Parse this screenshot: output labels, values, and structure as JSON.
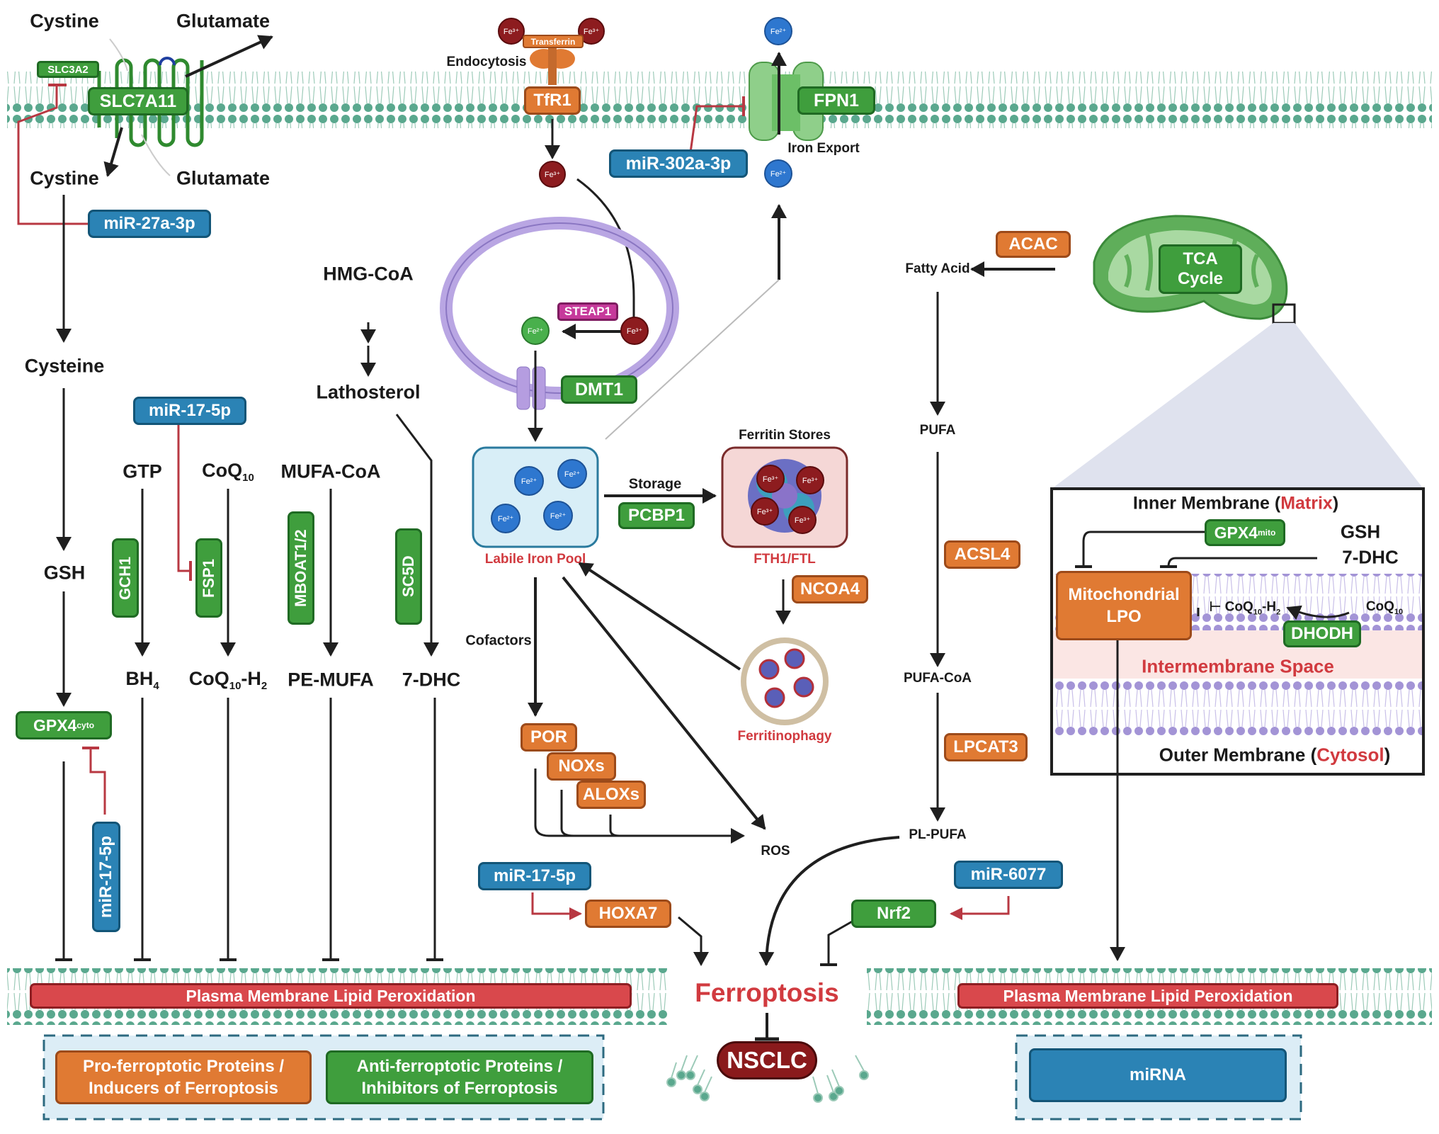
{
  "title": "Ferroptosis regulatory pathways and miRNAs in NSCLC",
  "colors": {
    "pro_ferroptotic": "#e07a33",
    "anti_ferroptotic": "#3f9e3d",
    "mirna": "#2b83b5",
    "steap": "#c63a9b",
    "lipid_peroxidation": "#d9484c",
    "membrane": "#5aa88e",
    "mito_membrane": "#a394d6",
    "inhibition_line": "#b83842",
    "ferroptosis_text": "#d13a3f"
  },
  "xc_system": {
    "cystine_out": "Cystine",
    "glutamate_out": "Glutamate",
    "cystine_in": "Cystine",
    "glutamate_in": "Glutamate",
    "slc3a2": "SLC3A2",
    "slc7a11": "SLC7A11",
    "mir": "miR-27a-3p",
    "cysteine": "Cysteine",
    "gsh": "GSH",
    "gpx4_cyto": "GPX4",
    "gpx4_cyto_sup": "cyto",
    "mir_gpx4": "miR-17-5p"
  },
  "fsp1_axis": {
    "mir": "miR-17-5p",
    "gtp": "GTP",
    "coq10": "CoQ",
    "coq10_sub": "10",
    "mufa_coa": "MUFA-CoA",
    "gch1": "GCH1",
    "fsp1": "FSP1",
    "mboat": "MBOAT1/2",
    "sc5d": "SC5D",
    "bh4": "BH",
    "bh4_sub": "4",
    "coq10h2": "CoQ",
    "coq10h2_sub1": "10",
    "coq10h2_mid": "-H",
    "coq10h2_sub2": "2",
    "pe_mufa": "PE-MUFA",
    "seven_dhc": "7-DHC",
    "hmg_coa": "HMG-CoA",
    "lathosterol": "Lathosterol"
  },
  "iron": {
    "fe3": "Fe³⁺",
    "fe2": "Fe²⁺",
    "transferrin": "Transferrin",
    "endocytosis": "Endocytosis",
    "tfr1": "TfR1",
    "fpn1": "FPN1",
    "iron_export": "Iron Export",
    "mir_fpn": "miR-302a-3p",
    "steap1": "STEAP1",
    "dmt1": "DMT1",
    "labile_iron_pool": "Labile Iron Pool",
    "storage": "Storage",
    "pcbp1": "PCBP1",
    "ferritin_stores": "Ferritin Stores",
    "fth1_ftl": "FTH1/FTL",
    "ncoa4": "NCOA4",
    "ferritinophagy": "Ferritinophagy",
    "cofactors": "Cofactors",
    "por": "POR",
    "noxs": "NOXs",
    "aloxs": "ALOXs",
    "ros": "ROS"
  },
  "lipid": {
    "acac": "ACAC",
    "fatty_acid": "Fatty Acid",
    "pufa": "PUFA",
    "acsl4": "ACSL4",
    "pufa_coa": "PUFA-CoA",
    "lpcat3": "LPCAT3",
    "pl_pufa": "PL-PUFA",
    "tca_line1": "TCA",
    "tca_line2": "Cycle"
  },
  "mito_inset": {
    "inner_membrane": "Inner Membrane (",
    "matrix": "Matrix",
    "close": ")",
    "gpx4_mito": "GPX4",
    "gpx4_mito_sup": "mito",
    "gsh": "GSH",
    "seven_dhc": "7-DHC",
    "lpo_line1": "Mitochondrial",
    "lpo_line2": "LPO",
    "coq10h2": "CoQ",
    "coq10h2_sub1": "10",
    "coq10h2_mid": "-H",
    "coq10h2_sub2": "2",
    "coq10": "CoQ",
    "coq10_sub": "10",
    "dhodh": "DHODH",
    "intermembrane": "Intermembrane Space",
    "outer_membrane": "Outer Membrane (",
    "cytosol": "Cytosol"
  },
  "bottom": {
    "mir_hoxa7": "miR-17-5p",
    "hoxa7": "HOXA7",
    "mir_nrf2": "miR-6077",
    "nrf2": "Nrf2",
    "ferroptosis": "Ferroptosis",
    "nsclc": "NSCLC",
    "lpo_left": "Plasma Membrane Lipid Peroxidation",
    "lpo_right": "Plasma Membrane Lipid Peroxidation"
  },
  "legend": {
    "pro": "Pro-ferroptotic Proteins /\nInducers of Ferroptosis",
    "anti": "Anti-ferroptotic Proteins /\nInhibitors of Ferroptosis",
    "mirna": "miRNA"
  }
}
